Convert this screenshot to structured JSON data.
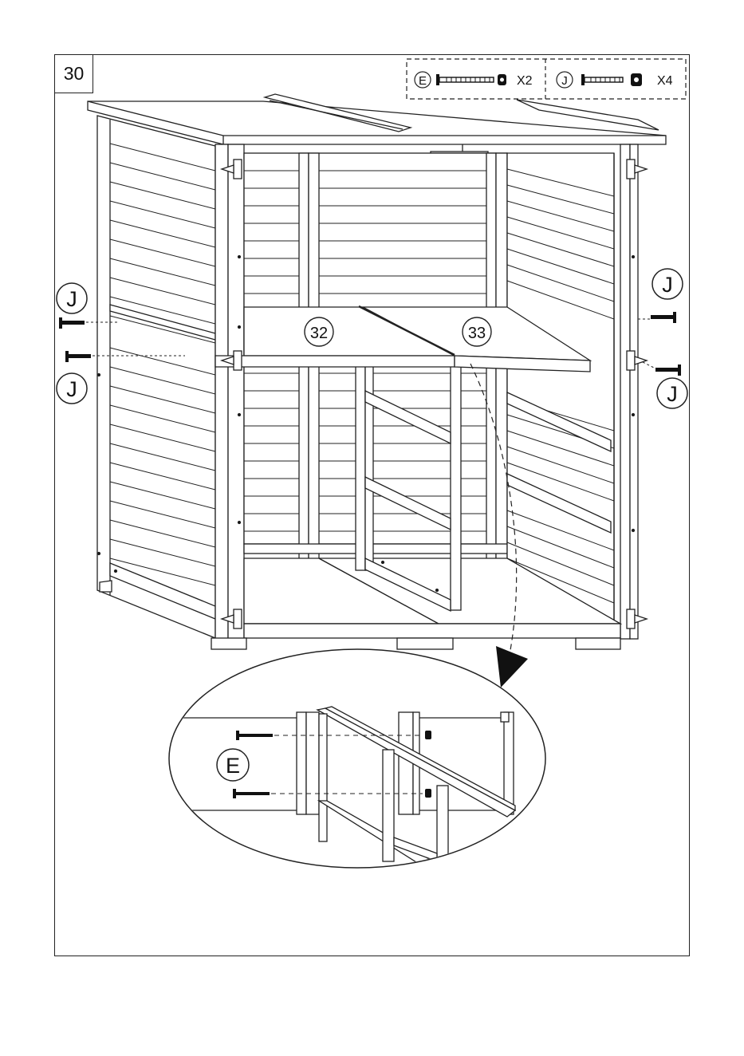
{
  "step": {
    "number": "30"
  },
  "hardware": [
    {
      "letter": "E",
      "qty": "X2"
    },
    {
      "letter": "J",
      "qty": "X4"
    }
  ],
  "parts": {
    "left_shelf": "32",
    "right_shelf": "33"
  },
  "callouts": {
    "screw_j": "J",
    "screw_e": "E"
  },
  "colors": {
    "line": "#222222",
    "panel_fill": "#ffffff",
    "screw_fill": "#111111"
  }
}
